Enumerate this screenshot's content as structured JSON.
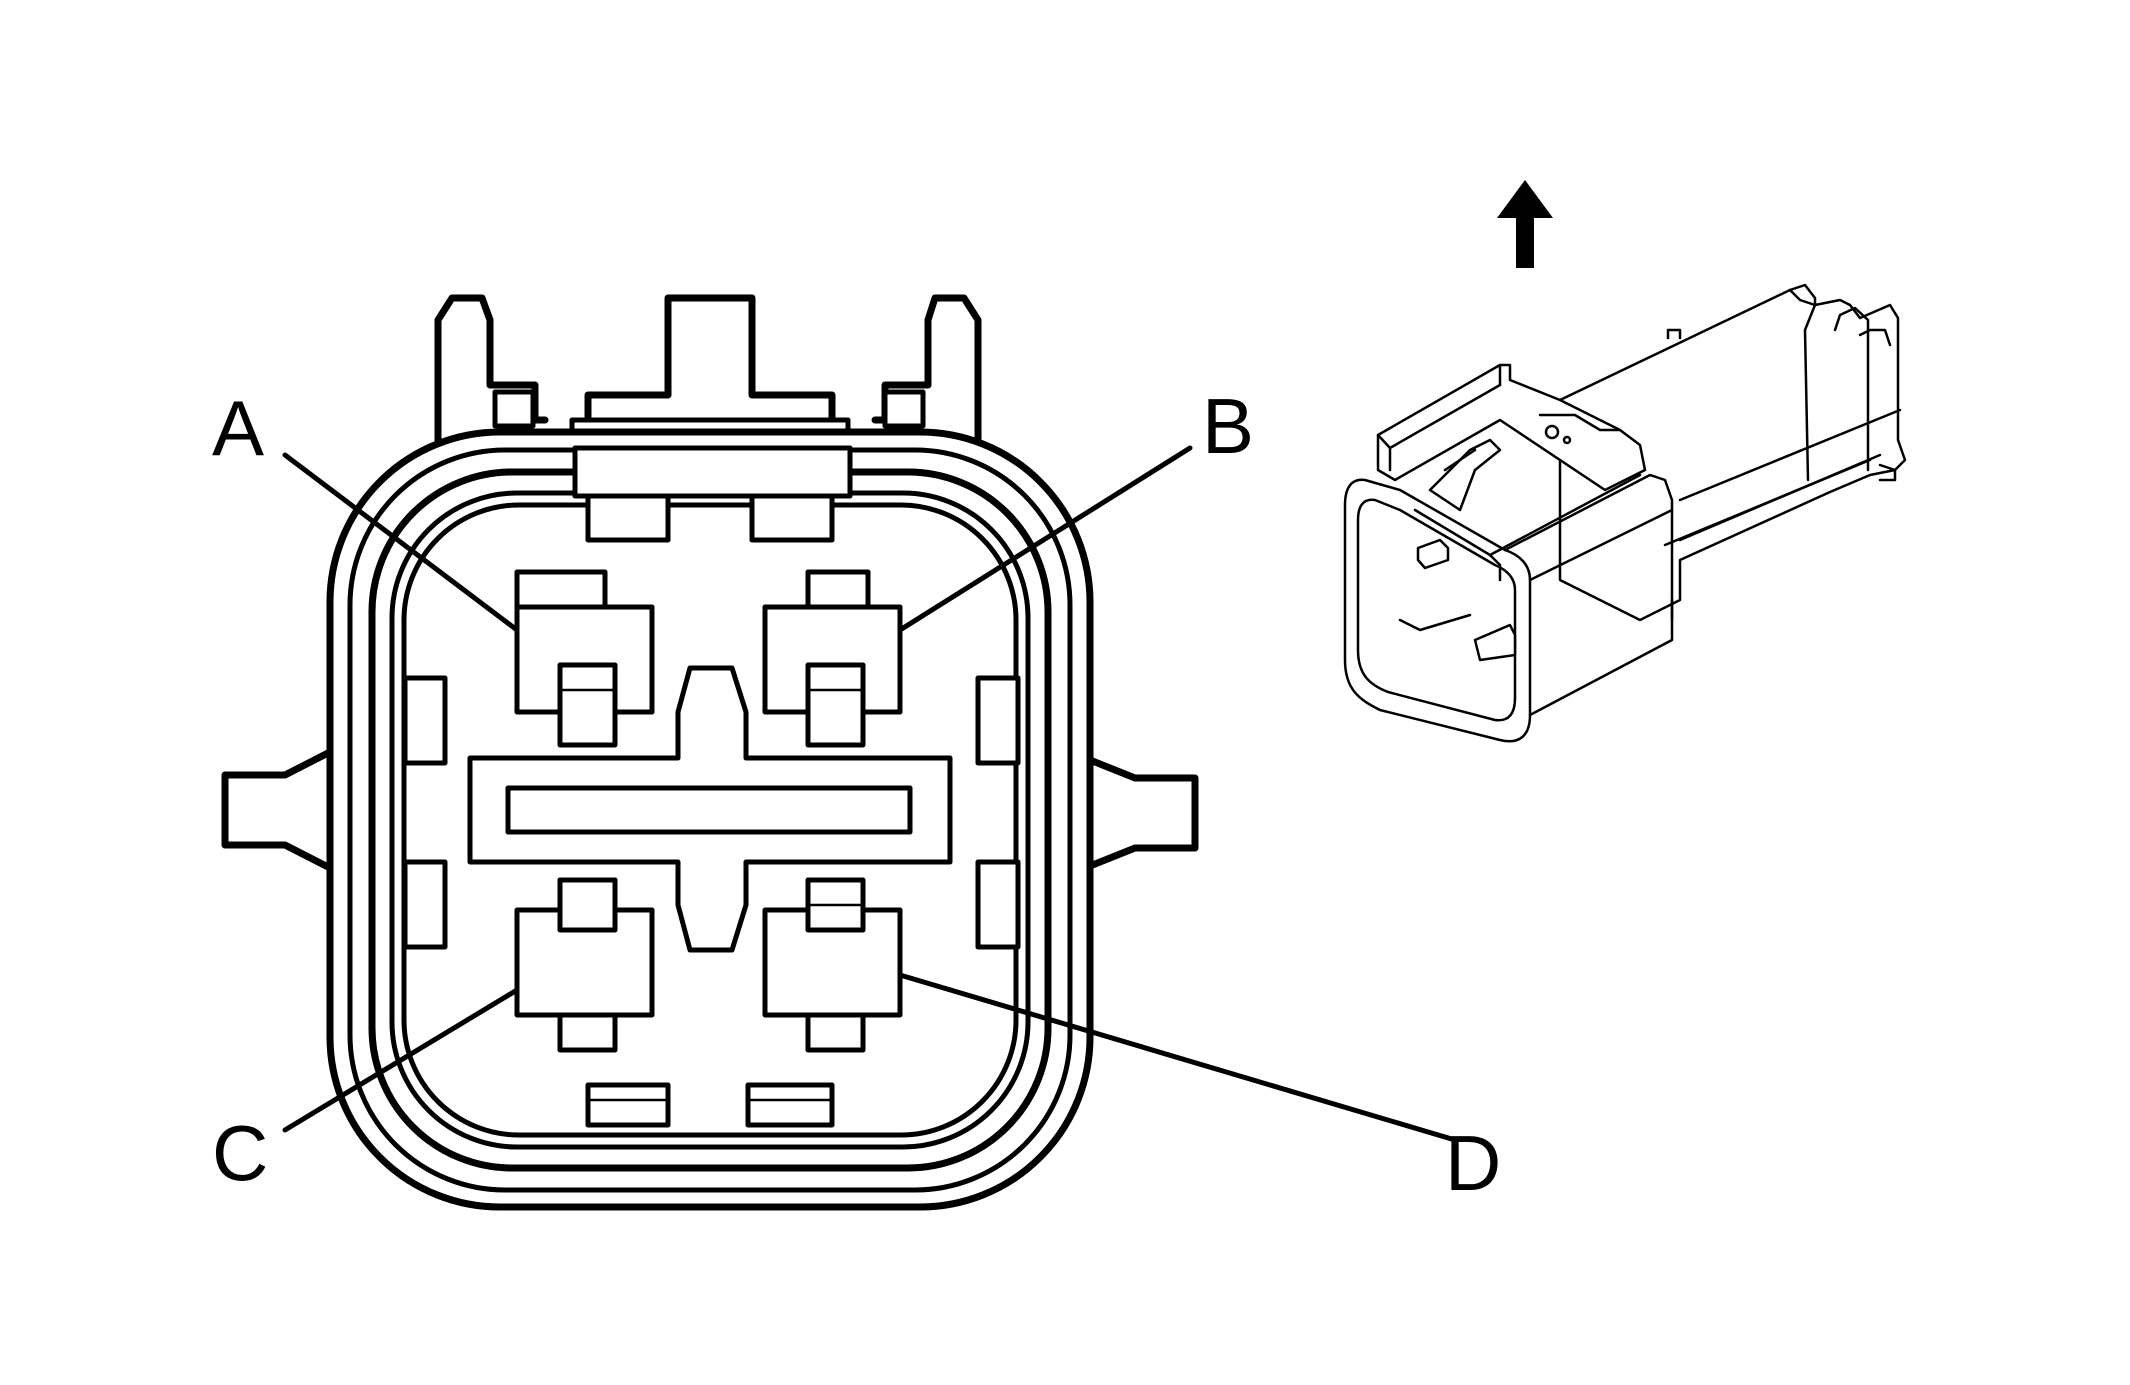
{
  "terminals": [
    {
      "id": "A",
      "label": "A"
    },
    {
      "id": "B",
      "label": "B"
    },
    {
      "id": "C",
      "label": "C"
    },
    {
      "id": "D",
      "label": "D"
    }
  ],
  "icons": {
    "direction_arrow": "up-arrow-icon",
    "connector_view": "connector-isometric-icon"
  },
  "colors": {
    "line": "#000000",
    "background": "#ffffff"
  }
}
